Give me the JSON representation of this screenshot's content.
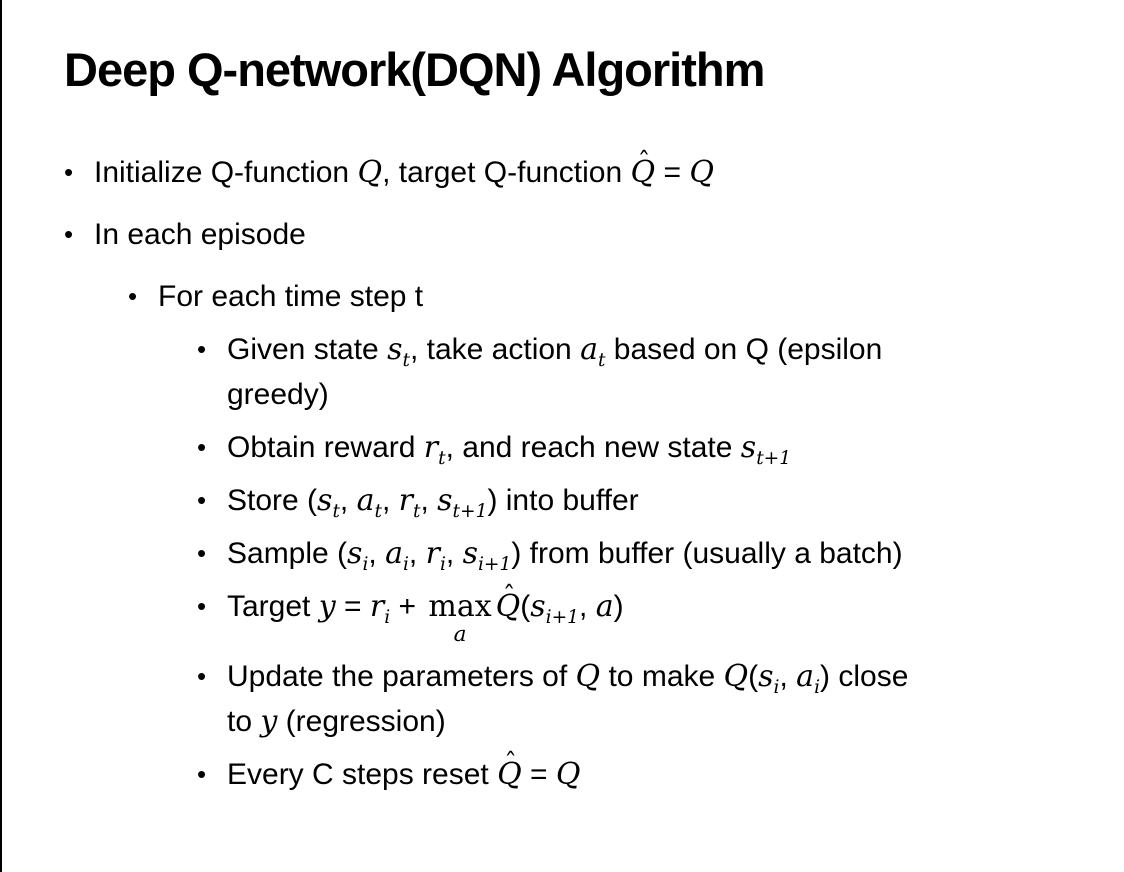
{
  "slide": {
    "title": "Deep Q-network(DQN) Algorithm",
    "bullet_glyph": "•",
    "colors": {
      "background": "#ffffff",
      "text": "#000000",
      "edge_line": "#000000"
    },
    "bullets": [
      {
        "level": 1,
        "segments": [
          {
            "t": "Initialize Q-function "
          },
          {
            "v": "Q"
          },
          {
            "t": ", target Q-function "
          },
          {
            "v": "Q",
            "hat": true
          },
          {
            "t": " = "
          },
          {
            "v": "Q"
          }
        ]
      },
      {
        "level": 1,
        "segments": [
          {
            "t": "In each episode"
          }
        ]
      },
      {
        "level": 2,
        "segments": [
          {
            "t": "For each time step t"
          }
        ]
      },
      {
        "level": 3,
        "segments": [
          {
            "t": "Given state "
          },
          {
            "v": "s",
            "sub": "t"
          },
          {
            "t": ", take action "
          },
          {
            "v": "a",
            "sub": "t"
          },
          {
            "t": " based on Q (epsilon"
          },
          {
            "br": true
          },
          {
            "t": "greedy)"
          }
        ]
      },
      {
        "level": 3,
        "segments": [
          {
            "t": "Obtain reward "
          },
          {
            "v": "r",
            "sub": "t"
          },
          {
            "t": ", and reach new state "
          },
          {
            "v": "s",
            "sub": "t+1"
          }
        ]
      },
      {
        "level": 3,
        "segments": [
          {
            "t": "Store ("
          },
          {
            "v": "s",
            "sub": "t"
          },
          {
            "t": ", "
          },
          {
            "v": "a",
            "sub": "t"
          },
          {
            "t": ", "
          },
          {
            "v": "r",
            "sub": "t"
          },
          {
            "t": ", "
          },
          {
            "v": "s",
            "sub": "t+1"
          },
          {
            "t": ") into buffer"
          }
        ]
      },
      {
        "level": 3,
        "segments": [
          {
            "t": "Sample ("
          },
          {
            "v": "s",
            "sub": "i"
          },
          {
            "t": ", "
          },
          {
            "v": "a",
            "sub": "i"
          },
          {
            "t": ", "
          },
          {
            "v": "r",
            "sub": "i"
          },
          {
            "t": ", "
          },
          {
            "v": "s",
            "sub": "i+1"
          },
          {
            "t": ") from buffer (usually a batch)"
          }
        ]
      },
      {
        "level": 3,
        "segments": [
          {
            "t": "Target "
          },
          {
            "v": "y"
          },
          {
            "t": " = "
          },
          {
            "v": "r",
            "sub": "i"
          },
          {
            "t": " + "
          },
          {
            "max": "a"
          },
          {
            "v": "Q",
            "hat": true
          },
          {
            "t": "("
          },
          {
            "v": "s",
            "sub": "i+1"
          },
          {
            "t": ", "
          },
          {
            "v": "a"
          },
          {
            "t": ")"
          }
        ]
      },
      {
        "level": 3,
        "segments": [
          {
            "t": "Update the parameters of "
          },
          {
            "v": "Q"
          },
          {
            "t": " to make "
          },
          {
            "v": "Q"
          },
          {
            "t": "("
          },
          {
            "v": "s",
            "sub": "i"
          },
          {
            "t": ", "
          },
          {
            "v": "a",
            "sub": "i"
          },
          {
            "t": ") close"
          },
          {
            "br": true
          },
          {
            "t": "to "
          },
          {
            "v": "y"
          },
          {
            "t": " (regression)"
          }
        ]
      },
      {
        "level": 3,
        "segments": [
          {
            "t": "Every C steps reset "
          },
          {
            "v": "Q",
            "hat": true
          },
          {
            "t": " = "
          },
          {
            "v": "Q"
          }
        ]
      }
    ]
  }
}
